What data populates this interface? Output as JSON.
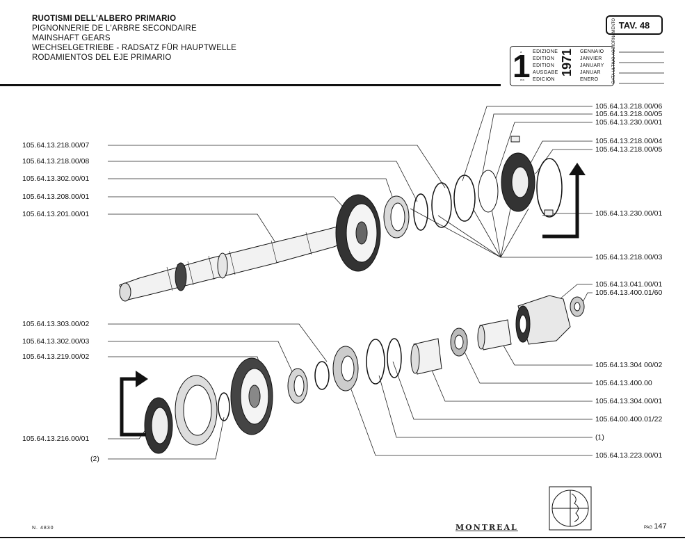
{
  "header": {
    "titles": [
      "RUOTISMI DELL'ALBERO PRIMARIO",
      "PIGNONNERIE DE L'ARBRE SECONDAIRE",
      "MAINSHAFT GEARS",
      "WECHSELGETRIEBE - RADSATZ FÜR HAUPTWELLE",
      "RODAMIENTOS DEL EJE PRIMARIO"
    ],
    "table_label": "TAV. 48"
  },
  "edition": {
    "number": "1",
    "suffixes": [
      "a",
      "ere",
      "st",
      ".",
      "era"
    ],
    "labels": [
      "EDIZIONE",
      "EDITION",
      "EDITION",
      "AUSGABE",
      "EDICION"
    ],
    "year": "1971",
    "months": [
      "GENNAIO",
      "JANVIER",
      "JANUARY",
      "JANUAR",
      "ENERO"
    ],
    "last_update_label": "DATA ULTIMO AGGIORNAMENTO"
  },
  "parts_left": [
    "105.64.13.218.00/07",
    "105.64.13.218.00/08",
    "105.64.13.302.00/01",
    "105.64.13.208.00/01",
    "105.64.13.201.00/01",
    "105.64.13.303.00/02",
    "105.64.13.302.00/03",
    "105.64.13.219.00/02",
    "105.64.13.216.00/01",
    "(2)"
  ],
  "parts_right": [
    "105.64.13.218.00/06",
    "105.64.13.218.00/05",
    "105.64.13.230.00/01",
    "105.64.13.218.00/04",
    "105.64.13.218.00/05",
    "105.64.13.230.00/01",
    "105.64.13.218.00/03",
    "105.64.13.041.00/01",
    "105.64.13.400.01/60",
    "105.64.13.304 00/02",
    "105.64.13.400.00",
    "105.64.13.304.00/01",
    "105.64.00.400.01/22",
    "(1)",
    "105.64.13.223.00/01"
  ],
  "footer": {
    "doc_number": "N. 4830",
    "brand": "MONTREAL",
    "page_prefix": "PAG",
    "page_number": "147"
  }
}
